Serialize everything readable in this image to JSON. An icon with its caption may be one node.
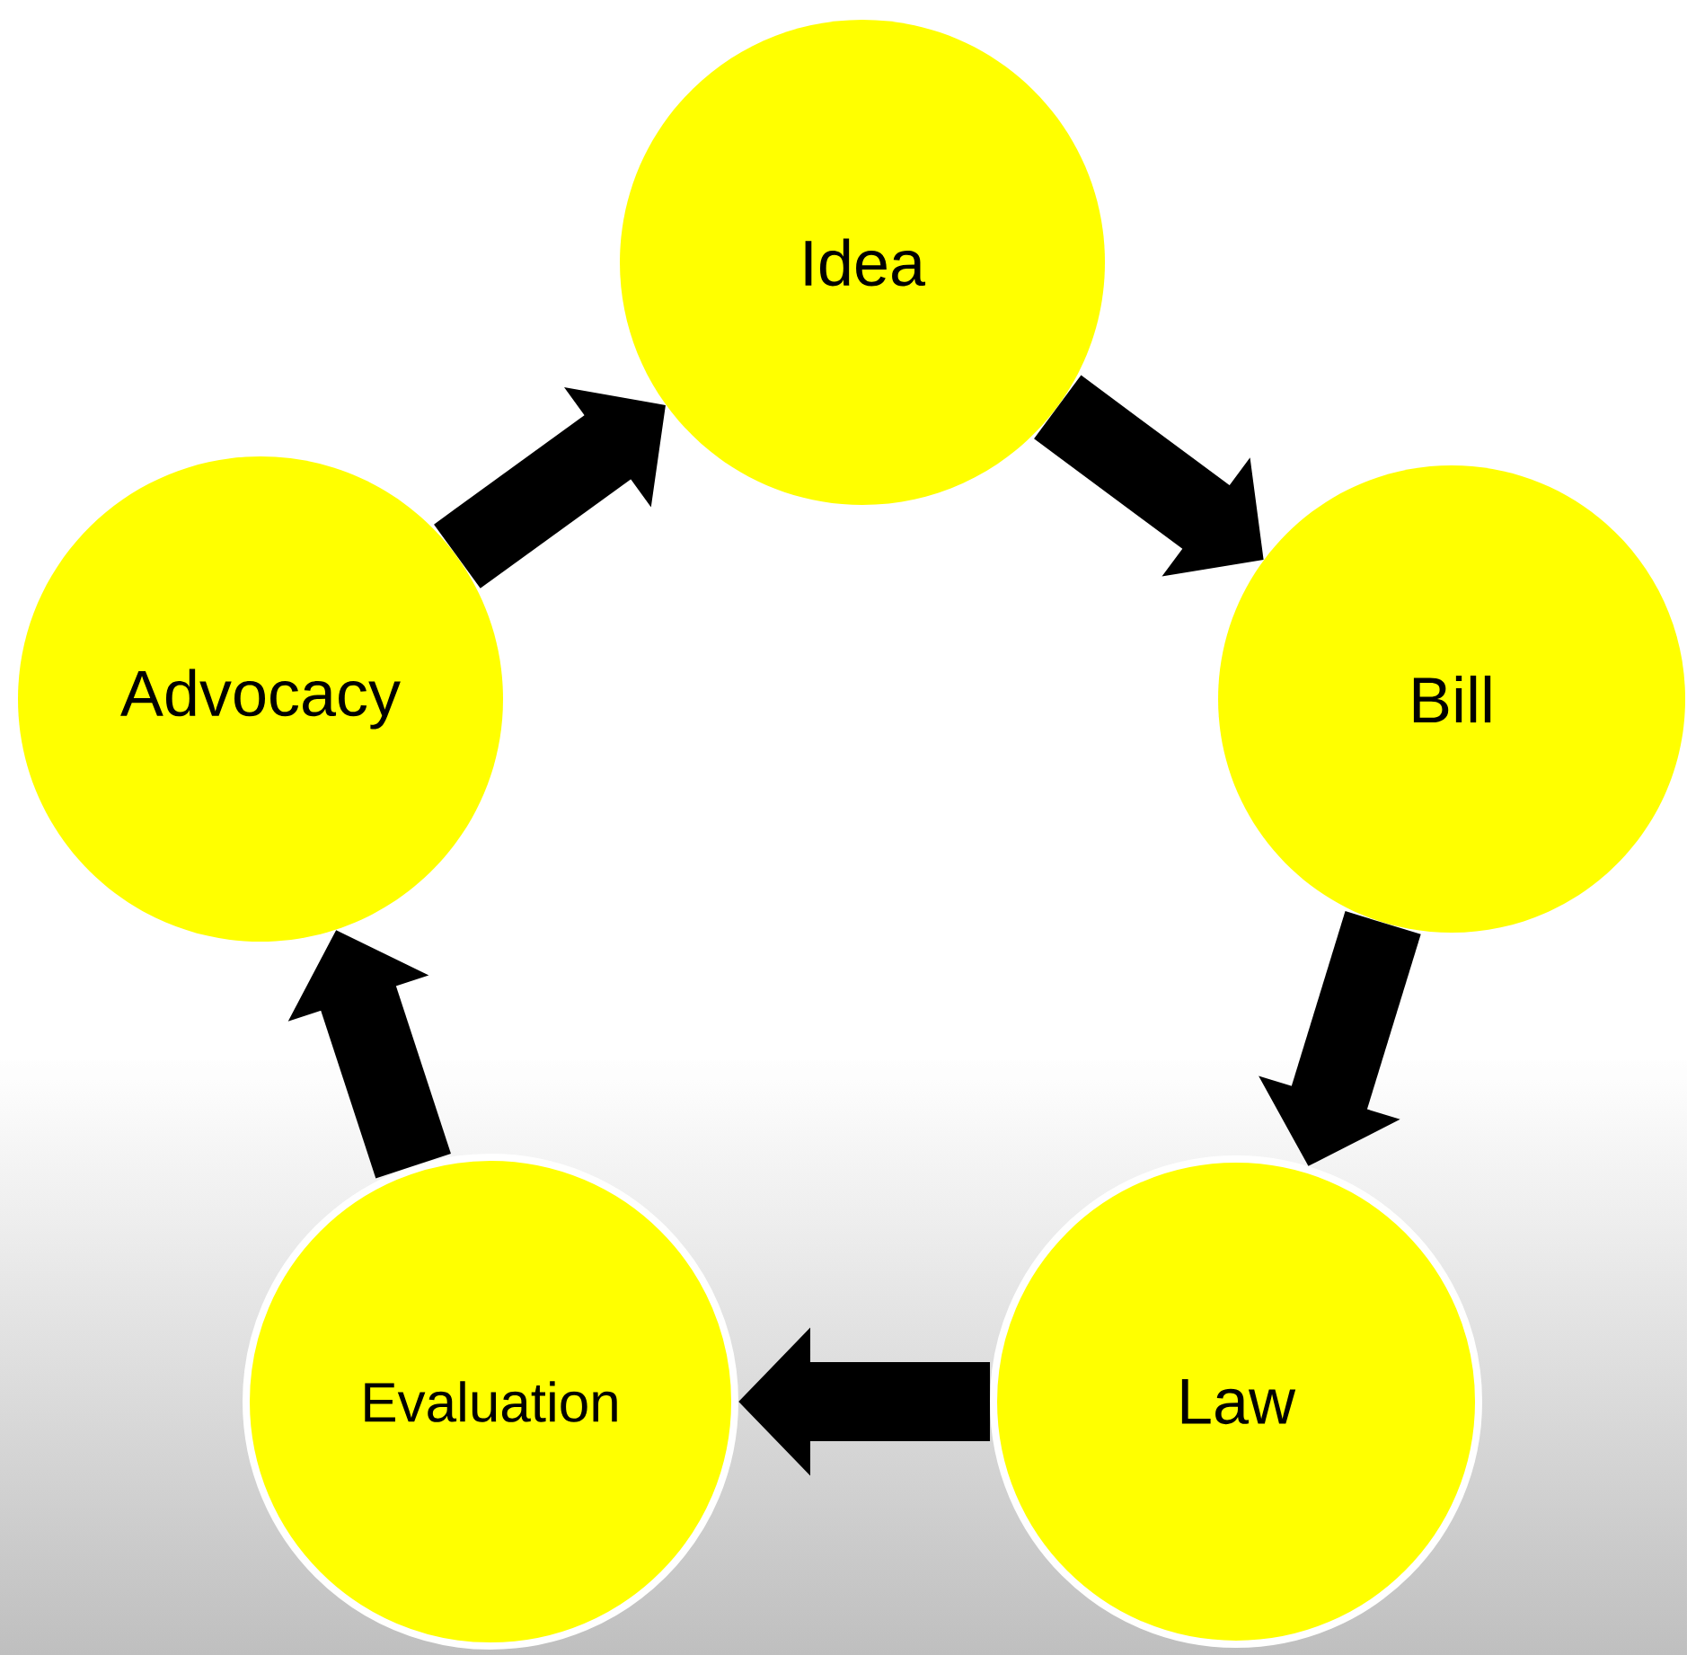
{
  "diagram": {
    "nodes": [
      {
        "text": [
          "Idea"
        ]
      },
      {
        "text": [
          "Bill"
        ]
      },
      {
        "text": [
          "Law"
        ]
      },
      {
        "text": [
          "Evaluation"
        ]
      },
      {
        "text": [
          "Advocacy"
        ]
      }
    ],
    "edges": [
      {
        "from": 0,
        "to": 1,
        "arrow": "to"
      },
      {
        "from": 1,
        "to": 2,
        "arrow": "to"
      },
      {
        "from": 2,
        "to": 3,
        "arrow": "to"
      },
      {
        "from": 3,
        "to": 4,
        "arrow": "to"
      },
      {
        "from": 4,
        "to": 0,
        "arrow": "to"
      }
    ]
  }
}
